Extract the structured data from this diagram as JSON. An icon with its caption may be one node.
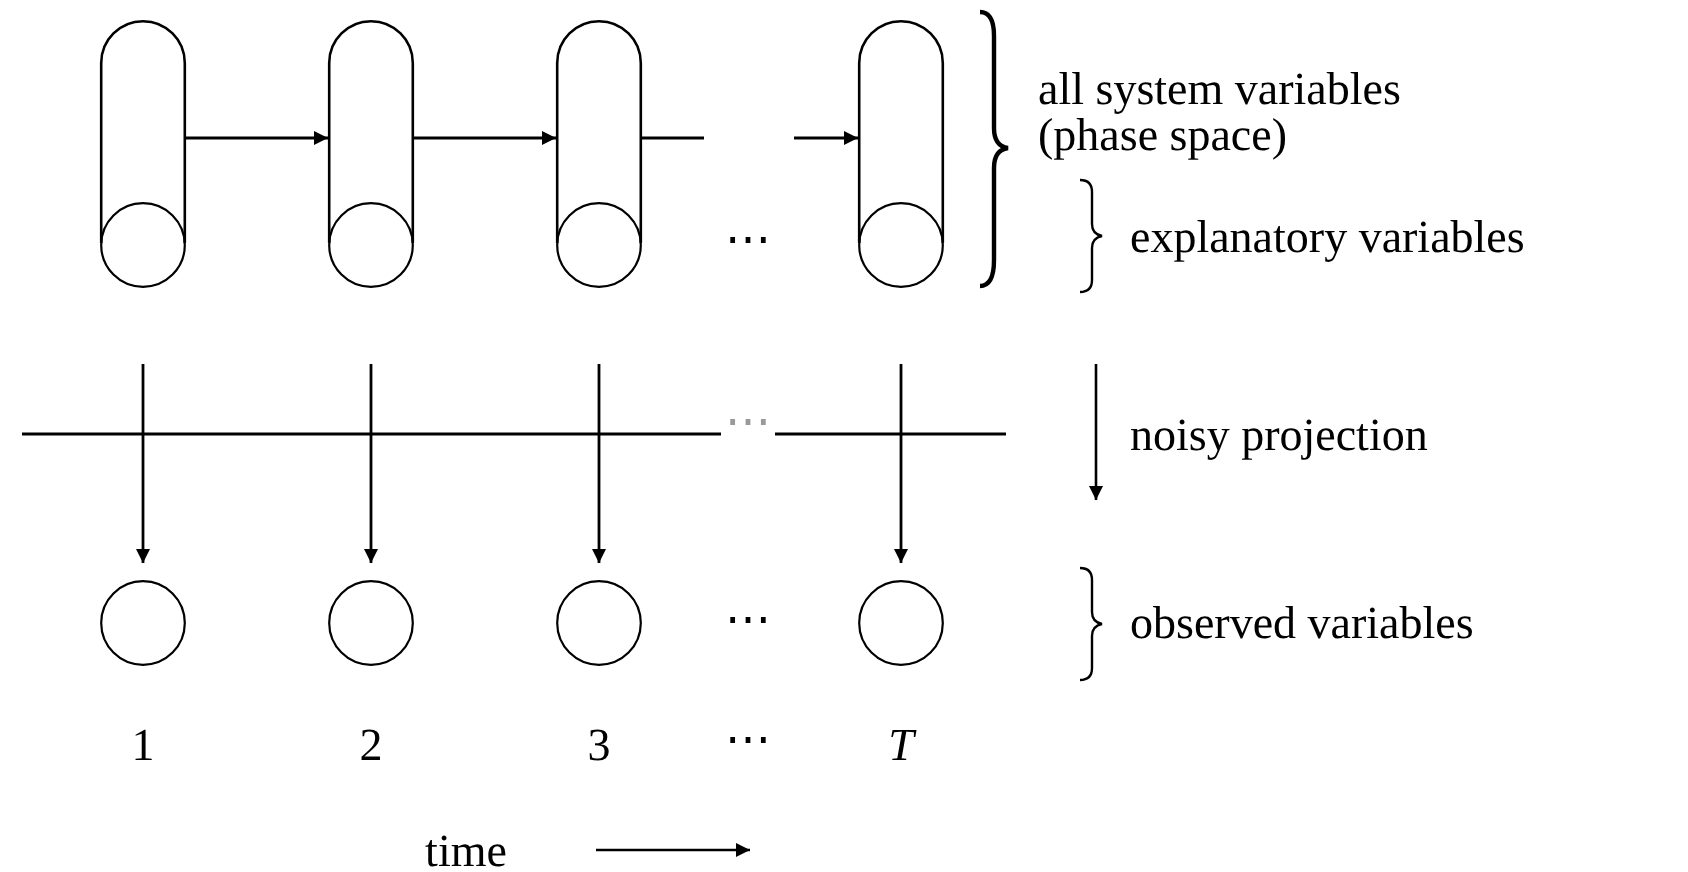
{
  "diagram": {
    "nodes": [
      {
        "text": [],
        "shape": "capsule"
      },
      {
        "text": [],
        "shape": "capsule"
      },
      {
        "text": [],
        "shape": "capsule"
      },
      {
        "text": [],
        "shape": "capsule"
      },
      {
        "text": [],
        "shape": "circle",
        "in": 0
      },
      {
        "text": [],
        "shape": "circle",
        "in": 1
      },
      {
        "text": [],
        "shape": "circle",
        "in": 2
      },
      {
        "text": [],
        "shape": "circle",
        "in": 3
      },
      {
        "text": [],
        "shape": "circle"
      },
      {
        "text": [],
        "shape": "circle"
      },
      {
        "text": [],
        "shape": "circle"
      },
      {
        "text": [],
        "shape": "circle"
      }
    ],
    "edges": [
      {
        "from": 0,
        "to": 1,
        "arrow": "to"
      },
      {
        "from": 1,
        "to": 2,
        "arrow": "to"
      },
      {
        "from": 2,
        "to": null,
        "arrow": "none"
      },
      {
        "from": null,
        "to": 3,
        "arrow": "to"
      },
      {
        "from": null,
        "to": 8,
        "arrow": "to"
      },
      {
        "from": null,
        "to": 9,
        "arrow": "to"
      },
      {
        "from": null,
        "to": 10,
        "arrow": "to"
      },
      {
        "from": null,
        "to": 11,
        "arrow": "to"
      }
    ],
    "labels": [
      "all system variables (phase space)",
      "explanatory variables",
      "⋯",
      "⋯",
      "noisy projection",
      "⋯",
      "observed variables",
      "1",
      "2",
      "3",
      "⋯",
      "T",
      "time"
    ]
  }
}
